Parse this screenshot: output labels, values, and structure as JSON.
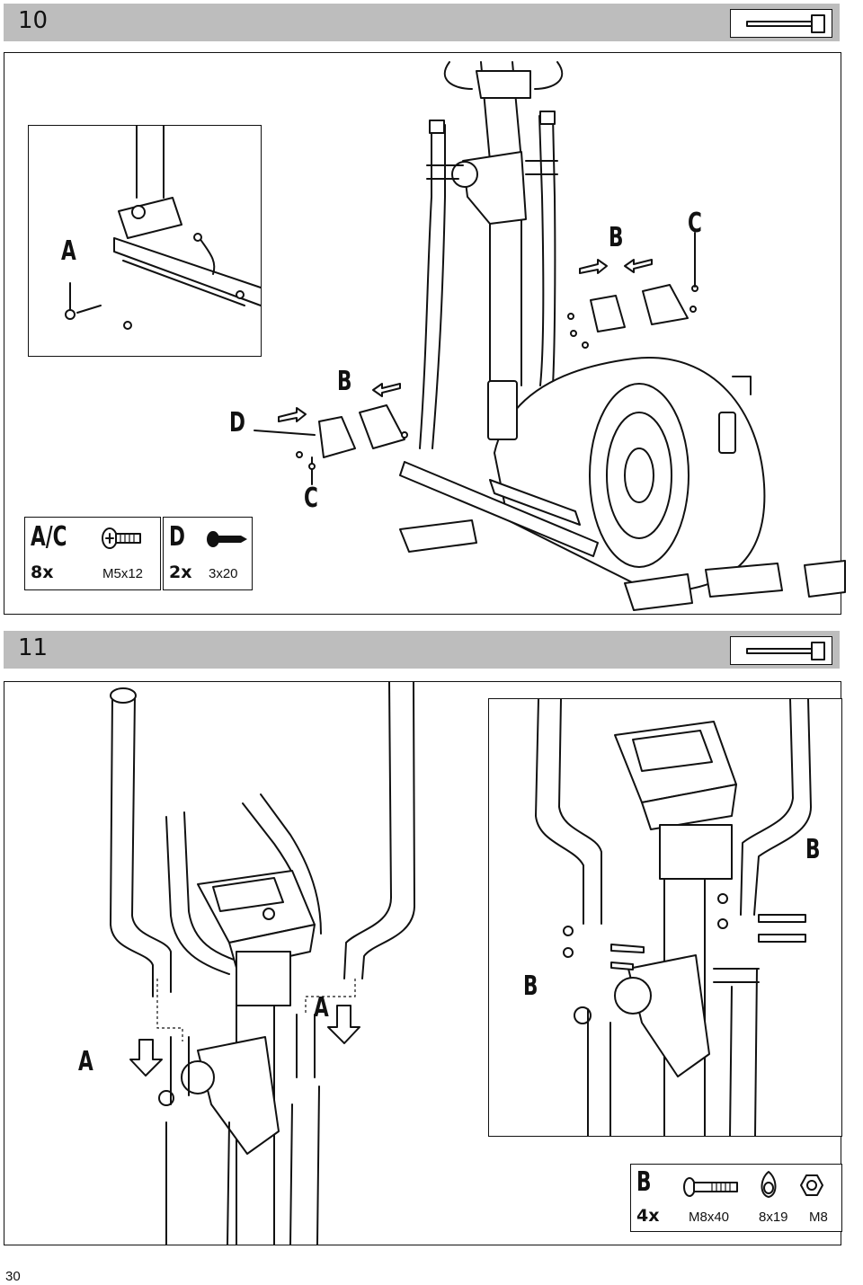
{
  "step10": {
    "number": "10",
    "tool_icon": "hex-key-icon",
    "labels": {
      "A": "A",
      "B1": "B",
      "C1": "C",
      "B2": "B",
      "C2": "C",
      "D": "D"
    },
    "parts": [
      {
        "key": "A/C",
        "qty": "8x",
        "spec": "M5x12",
        "icon": "screw-icon"
      },
      {
        "key": "D",
        "qty": "2x",
        "spec": "3x20",
        "icon": "tapping-screw-icon"
      }
    ]
  },
  "step11": {
    "number": "11",
    "tool_icon": "hex-key-icon",
    "labels": {
      "A1": "A",
      "A2": "A",
      "B1": "B",
      "B2": "B"
    },
    "parts": {
      "key": "B",
      "qty": "4x",
      "specs": [
        "M8x40",
        "8x19",
        "M8"
      ],
      "icons": [
        "bolt-icon",
        "washer-icon",
        "nut-icon"
      ]
    }
  },
  "page_number": "30"
}
